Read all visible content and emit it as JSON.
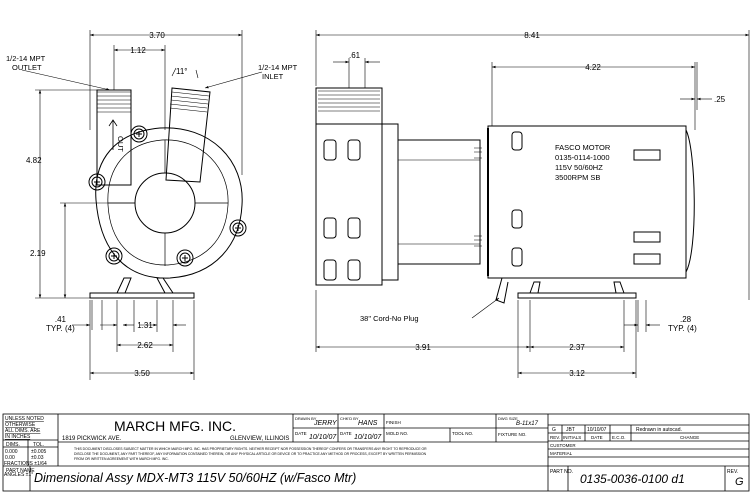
{
  "front_view": {
    "dims": {
      "overall_width": "3.70",
      "outlet_offset": "1.12",
      "angle": "11°",
      "height": "4.82",
      "shaft_height": "2.19",
      "foot_hole_spacing": "1.31",
      "foot_width": "2.62",
      "base_width": "3.50",
      "hole_dia": ".41",
      "hole_typ": "TYP. (4)"
    },
    "outlet_label": [
      "1/2-14 MPT",
      "OUTLET"
    ],
    "inlet_label": [
      "1/2-14 MPT",
      "INLET"
    ],
    "flow_label": "OUT"
  },
  "side_view": {
    "dims": {
      "overall_length": "8.41",
      "inlet_offset": ".61",
      "motor_length": "4.22",
      "cap_offset": ".25",
      "foot_to_end": "3.91",
      "foot_width": "2.37",
      "base_length": "3.12",
      "hole_dia": ".28",
      "hole_typ": "TYP. (4)"
    },
    "motor_label": [
      "FASCO MOTOR",
      "0135-0114-1000",
      "115V 50/60HZ",
      "3500RPM SB"
    ],
    "cord_note": "38\" Cord-No Plug"
  },
  "title_block": {
    "tolerance_header": [
      "UNLESS NOTED",
      "OTHERWISE",
      "ALL DIMS. ARE",
      "IN INCHES"
    ],
    "tol_table": {
      "header": [
        "DIMS.",
        "TOL."
      ],
      "rows": [
        [
          "0.000",
          "±0.005"
        ],
        [
          "0.00",
          "±0.03"
        ]
      ],
      "fractions": "FRACTIONS ±1/64",
      "angles": "ANGLES  ±1°"
    },
    "company": "MARCH MFG. INC.",
    "address": "1819 PICKWICK AVE.",
    "city": "GLENVIEW, ILLINOIS",
    "disclaimer": [
      "THIS DOCUMENT DISCLOSES SUBJECT MATTER IN WHICH MARCH MFG. INC. HAS PROPRIETARY RIGHTS. NEITHER RECEIPT NOR POSSESSION THEREOF CONFERS OR TRANSFERS ANY RIGHT TO REPRODUCE OR",
      "DISCLOSE THE DOCUMENT, ANY PART THEREOF, ANY INFORMATION CONTAINED THEREIN, OR ANY PHYSICAL ARTICLE OR DEVICE OR TO PRACTICE ANY METHOD OR PROCESS, EXCEPT BY WRITTEN PERMISSION",
      "FROM OR WRITTEN AGREEMENT WITH MARCH MFG. INC."
    ],
    "drawn_by_label": "DRAWN BY",
    "drawn_by": "JERRY",
    "chkd_by_label": "CHK'D BY",
    "chkd_by": "HANS",
    "finish_label": "FINISH",
    "date_label": "DATE",
    "date1": "10/10/07",
    "date2": "10/10/07",
    "mold_label": "MOLD NO.",
    "tool_label": "TOOL NO.",
    "fixture_label": "FIXTURE NO.",
    "dwg_size_label": "DWG SIZE",
    "dwg_size": "B-11x17",
    "part_label": "PART NAME",
    "part_name": "Dimensional Assy MDX-MT3 115V 50/60HZ (w/Fasco Mtr)",
    "rev_table": {
      "row": [
        "G",
        "JBT",
        "10/10/07",
        "",
        "Redrawn in autocad."
      ],
      "headers": [
        "REV.",
        "INITIALS",
        "DATE",
        "E.C.O.",
        "CHANGE"
      ]
    },
    "customer_label": "CUSTOMER",
    "material_label": "MATERIAL",
    "part_no_label": "PART NO.",
    "part_no": "0135-0036-0100 d1",
    "rev_label": "REV.",
    "rev": "G"
  }
}
